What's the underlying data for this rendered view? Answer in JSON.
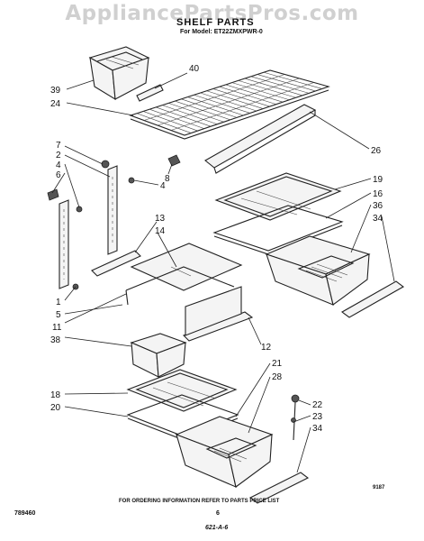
{
  "header": {
    "watermark": "AppliancePartsPros.com",
    "title": "SHELF PARTS",
    "model": "For Model: ET22ZMXPWR-0"
  },
  "callouts": [
    {
      "id": "39",
      "text": "39"
    },
    {
      "id": "24",
      "text": "24"
    },
    {
      "id": "40",
      "text": "40"
    },
    {
      "id": "26",
      "text": "26"
    },
    {
      "id": "7",
      "text": "7"
    },
    {
      "id": "2",
      "text": "2"
    },
    {
      "id": "4a",
      "text": "4"
    },
    {
      "id": "6",
      "text": "6"
    },
    {
      "id": "8",
      "text": "8"
    },
    {
      "id": "4b",
      "text": "4"
    },
    {
      "id": "19",
      "text": "19"
    },
    {
      "id": "16",
      "text": "16"
    },
    {
      "id": "36",
      "text": "36"
    },
    {
      "id": "34a",
      "text": "34"
    },
    {
      "id": "13",
      "text": "13"
    },
    {
      "id": "14",
      "text": "14"
    },
    {
      "id": "1",
      "text": "1"
    },
    {
      "id": "5",
      "text": "5"
    },
    {
      "id": "11",
      "text": "11"
    },
    {
      "id": "38",
      "text": "38"
    },
    {
      "id": "12",
      "text": "12"
    },
    {
      "id": "21",
      "text": "21"
    },
    {
      "id": "28",
      "text": "28"
    },
    {
      "id": "18",
      "text": "18"
    },
    {
      "id": "20",
      "text": "20"
    },
    {
      "id": "22",
      "text": "22"
    },
    {
      "id": "23",
      "text": "23"
    },
    {
      "id": "34b",
      "text": "34"
    }
  ],
  "footer": {
    "code": "9187",
    "ordering": "FOR ORDERING INFORMATION REFER TO PARTS PRICE LIST",
    "docnum": "789460",
    "page": "6",
    "sheet": "621-A-6"
  }
}
